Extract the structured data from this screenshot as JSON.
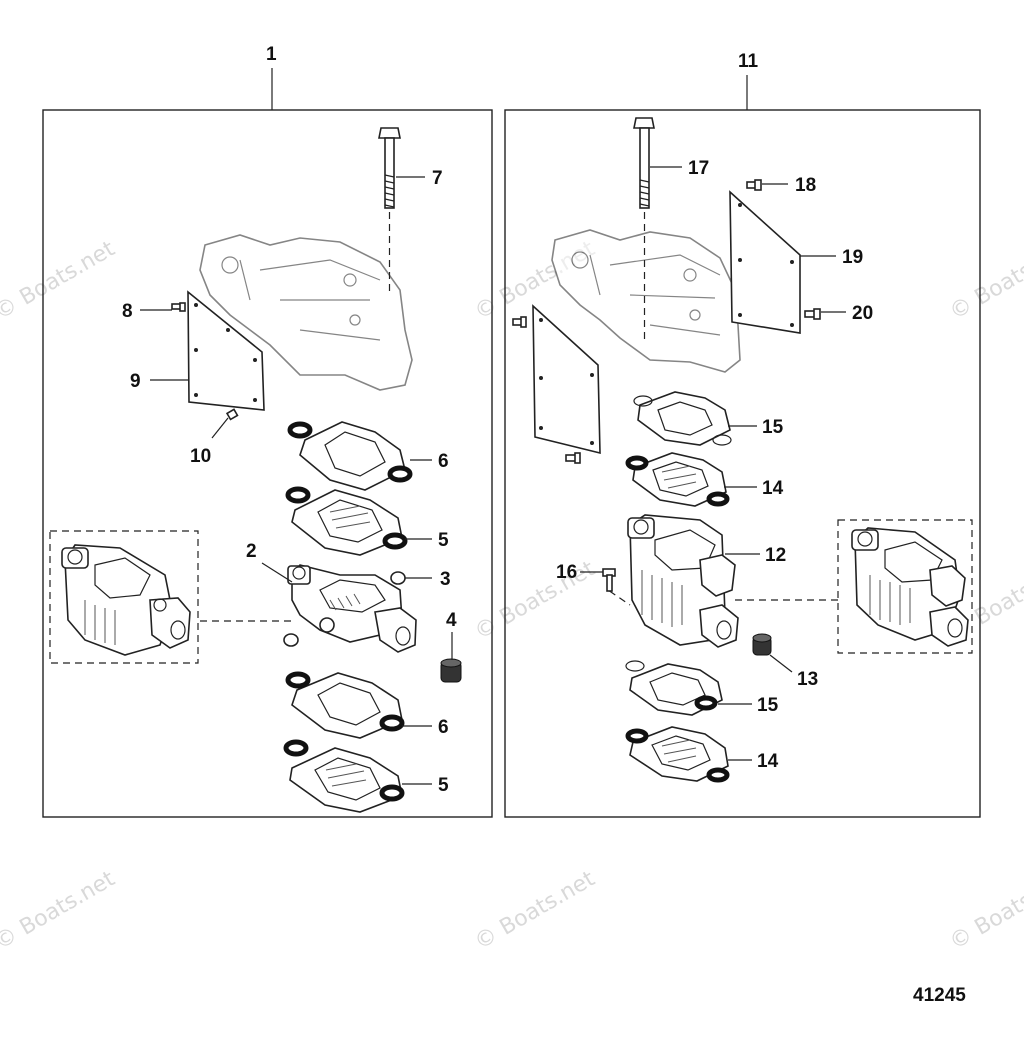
{
  "watermark": "© Boats.net",
  "figure_number": "41245",
  "panels": [
    {
      "title": "1",
      "callouts": [
        "2",
        "3",
        "4",
        "5",
        "6",
        "7",
        "8",
        "9",
        "10",
        "5",
        "6"
      ]
    },
    {
      "title": "11",
      "callouts": [
        "12",
        "13",
        "14",
        "15",
        "16",
        "17",
        "18",
        "19",
        "20",
        "14",
        "15"
      ]
    }
  ]
}
